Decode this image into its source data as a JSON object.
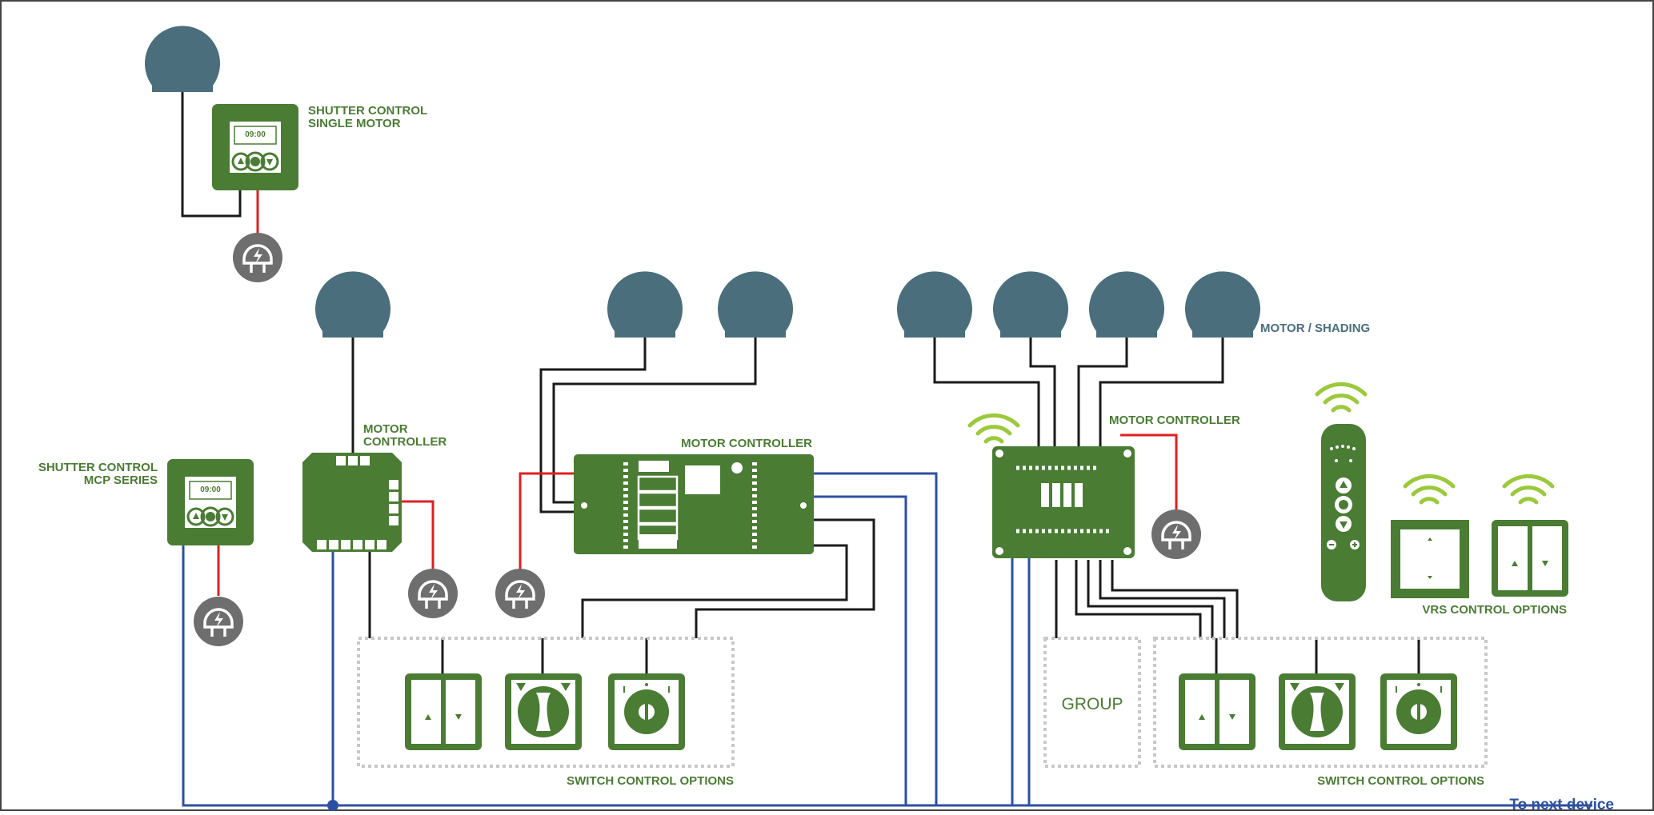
{
  "labels": {
    "shutter_single_line1": "SHUTTER CONTROL",
    "shutter_single_line2": "SINGLE MOTOR",
    "motor_controller_small_line1": "MOTOR",
    "motor_controller_small_line2": "CONTROLLER",
    "shutter_mcp_line1": "SHUTTER CONTROL",
    "shutter_mcp_line2": "MCP SERIES",
    "motor_controller_center": "MOTOR CONTROLLER",
    "motor_controller_right": "MOTOR CONTROLLER",
    "motor_shading": "MOTOR / SHADING",
    "vrs_control_options": "VRS CONTROL OPTIONS",
    "switch_control_options_left": "SWITCH CONTROL OPTIONS",
    "switch_control_options_right": "SWITCH CONTROL OPTIONS",
    "group": "GROUP",
    "to_next_device": "To next device",
    "clock_time_single": "09:00",
    "clock_time_mcp": "09:00"
  },
  "colors": {
    "green": "#4a7c34",
    "motor_blue": "#4a6e7c",
    "plug_grey": "#6e6e6e",
    "bus_blue": "#2d4fa3",
    "power_red": "#e02020",
    "wire_black": "#1a1a1a",
    "wifi_lime": "#9bc93c",
    "dotted_grey": "#c8c8c8"
  },
  "icons": [
    "motor-icon",
    "plug-icon",
    "wifi-icon",
    "remote-icon",
    "rocker-switch-icon",
    "rotary-switch-icon",
    "key-switch-icon",
    "timer-switch-icon"
  ]
}
